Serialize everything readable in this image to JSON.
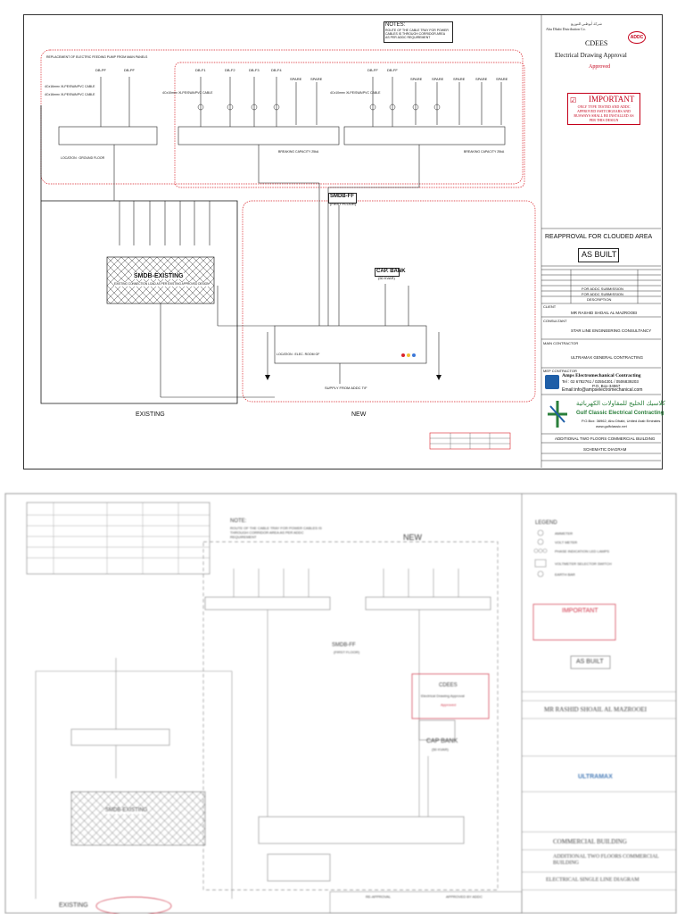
{
  "top": {
    "notes_title": "NOTES:",
    "notes_text": "ROUTE OF THE CABLE TRAY FOR POWER CABLES IS THROUGH CORRIDOR AREA AS PER ADDC REQUIREMENT",
    "cloud_label": "REPLACEMENT OF ELECTRIC FEEDING PUMP FROM MAIN PANELS",
    "db_labels": [
      "DB-PF",
      "DB-PF",
      "DB-F1",
      "DB-F2",
      "DB-F3",
      "DB-F4",
      "DB-FF",
      "DB-FF",
      "SPARE",
      "SPARE",
      "SPARE",
      "SPARE",
      "SPARE",
      "SPARE",
      "SPARE"
    ],
    "cable_labels": [
      "4Cx16mm² XLPE/SWA/PVC CABLE",
      "4Cx16mm² XLPE/SWA/PVC CABLE",
      "4Cx10mm² XLPE/SWA/PVC CABLE",
      "4Cx10mm² XLPE/SWA/PVC CABLE"
    ],
    "smdb_existing": "SMDB-EXISTING",
    "smdb_existing_sub": "EXISTING CONNECTION LOAD AS PER EXISTING APPROVED DESIGN",
    "smdb_ff": "SMDB-FF",
    "smdb_ff_sub": "(FIRST FLOOR)",
    "cap_bank": "CAP. BANK",
    "cap_bank_sub": "(50 KVAR)",
    "existing_label": "EXISTING",
    "new_label": "NEW",
    "supply_label": "SUPPLY FROM ADDC T/F",
    "breaking_capacity": "BREAKING CAPACITY 25kA",
    "location_existing": "LOCATION : GROUND FLOOR",
    "location_new": "LOCATION : ELEC. ROOM GF"
  },
  "title_block": {
    "company_ar": "شركة أبوظبي للتوزيع",
    "company_en": "Abu Dhabi Distribution Co.",
    "stamp_title": "CDEES",
    "stamp_line": "Electrical Drawing Approval",
    "stamp_status": "Approved",
    "important_title": "IMPORTANT",
    "important_text": "ONLY TYPE TESTED AND ADDC APPROVED SWITCHGEARS AND BUSWAYS SHALL BE INSTALLED AS PER THIS DESIGN",
    "reapproval": "REAPPROVAL FOR CLOUDED AREA",
    "as_built": "AS BUILT",
    "client_label": "CLIENT",
    "client": "MR RASHID SHOAIL AL MAZROOEI",
    "consultant_label": "CONSULTANT",
    "consultant": "STAR LINE ENGINEERING CONSULTANCY",
    "contractor_label": "MAIN CONTRACTOR",
    "contractor": "ULTRAMAX GENERAL CONTRACTING",
    "elec_contractor_label": "MEP CONTRACTOR",
    "amps_name": "Amps Electromechanical Contracting",
    "amps_tel": "Tel : 02 6782761 / 02554301 / 0506839203",
    "amps_po": "P.O. Box-34967",
    "amps_email": "Email:info@ampselectromechanical.com",
    "gulf_ar": "كلاسيك الخليج للمقاولات الكهربائية",
    "gulf_name": "Gulf Classic Electrical Contracting",
    "gulf_addr": "P.O.Box: 36962, Abu Dhabi, United Arab Emirates",
    "gulf_web": "www.gulfclassic.net",
    "project_title": "ADDITIONAL TWO FLOORS COMMERCIAL BUILDING",
    "drawing_title": "SCHEMATIC DIAGRAM",
    "rev_rows": [
      "FOR ADDC SUBMISSION",
      "FOR ADDC SUBMISSION",
      "DESCRIPTION"
    ]
  },
  "bottom": {
    "new_label": "NEW",
    "notes_title": "NOTE:",
    "notes_text": "ROUTE OF THE CABLE TRAY FOR POWER CABLES IS THROUGH CORRIDOR AREA AS PER ADDC REQUIREMENT",
    "smdb_ff": "SMDB-FF",
    "smdb_ff_sub": "(FIRST FLOOR)",
    "cap_bank": "CAP BANK",
    "cap_bank_sub": "(50 KVAR)",
    "smdb_existing": "SMDB-EXISTING",
    "existing_label": "EXISTING",
    "stamp_title": "CDEES",
    "stamp_line": "Electrical Drawing Approval",
    "stamp_status": "Approved",
    "legend_title": "LEGEND",
    "legend_items": [
      "AMMETER",
      "VOLT METER",
      "PHASE INDICATION LED LAMPS",
      "VOLTMETER SELECTOR SWITCH",
      "EARTH BAR"
    ],
    "important_title": "IMPORTANT",
    "as_built": "AS BUILT",
    "client": "MR RASHID SHOAIL AL MAZROOEI",
    "project_title": "COMMERCIAL BUILDING",
    "project_sub": "ADDITIONAL TWO FLOORS COMMERCIAL BUILDING",
    "drawing_title": "ELECTRICAL SINGLE LINE DIAGRAM",
    "ultramax": "ULTRAMAX",
    "re_approval": "RE-APPROVAL",
    "approved_by": "APPROVED BY ADDC"
  }
}
